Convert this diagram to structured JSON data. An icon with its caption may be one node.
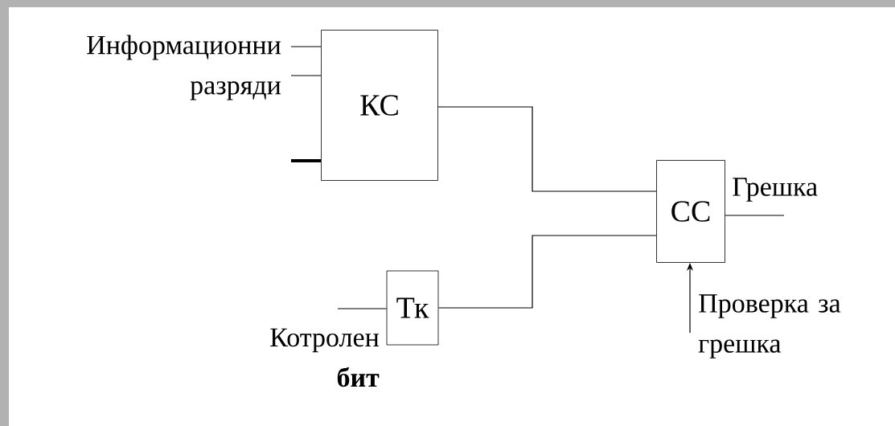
{
  "diagram": {
    "nodes": [
      {
        "text": [
          "КС"
        ]
      },
      {
        "text": [
          "Тк"
        ]
      },
      {
        "text": [
          "СС"
        ]
      }
    ],
    "edges": [
      {
        "from": 0,
        "to": 2,
        "arrow": "none"
      },
      {
        "from": 1,
        "to": 2,
        "arrow": "none"
      },
      {
        "from": null,
        "to": 0,
        "arrow": "none"
      },
      {
        "from": null,
        "to": 0,
        "arrow": "none"
      },
      {
        "from": null,
        "to": 0,
        "arrow": "none",
        "style": "thick"
      },
      {
        "from": null,
        "to": 1,
        "arrow": "none"
      },
      {
        "from": 2,
        "to": null,
        "arrow": "none"
      },
      {
        "from": null,
        "to": 2,
        "arrow": "to"
      }
    ],
    "labels": [
      "Информационни разряди",
      "Грешка",
      "Котролен **бит**",
      "Проверка за грешка"
    ]
  }
}
